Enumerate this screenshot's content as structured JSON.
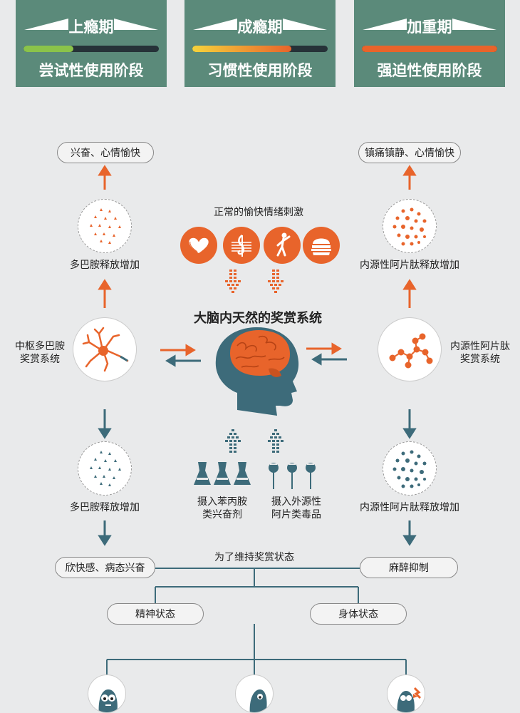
{
  "stages": [
    {
      "title": "上瘾期",
      "subtitle": "尝试性使用阶段",
      "progress": 0.37,
      "bar_gradient": [
        "#8bc34a",
        "#8bc34a"
      ]
    },
    {
      "title": "成瘾期",
      "subtitle": "习惯性使用阶段",
      "progress": 0.73,
      "bar_gradient": [
        "#f5d33c",
        "#e8642b"
      ]
    },
    {
      "title": "加重期",
      "subtitle": "强迫性使用阶段",
      "progress": 1.0,
      "bar_gradient": [
        "#e8642b",
        "#e8642b"
      ]
    }
  ],
  "left": {
    "top_effect": "兴奋、心情愉快",
    "upper_release": "多巴胺释放增加",
    "system": "中枢多巴胺\n奖赏系统",
    "lower_release": "多巴胺释放增加",
    "bottom_effect": "欣快感、病态兴奋"
  },
  "right": {
    "top_effect": "镇痛镇静、心情愉快",
    "upper_release": "内源性阿片肽释放增加",
    "system": "内源性阿片肽\n奖赏系统",
    "lower_release": "内源性阿片肽释放增加",
    "bottom_effect": "麻醉抑制"
  },
  "center": {
    "stimulus_label": "正常的愉快情绪刺激",
    "stimulus_icons": [
      "heart-icon",
      "music-note-icon",
      "dancer-icon",
      "burger-icon"
    ],
    "title": "大脑内天然的奖赏系统",
    "drug_left": "摄入苯丙胺\n类兴奋剂",
    "drug_right": "摄入外源性\n阿片类毒品"
  },
  "tree": {
    "root_label": "为了维持奖赏状态",
    "mental": "精神状态",
    "physical": "身体状态"
  },
  "colors": {
    "orange": "#e8642b",
    "teal": "#3d6b7a",
    "card": "#5b8a7a"
  }
}
